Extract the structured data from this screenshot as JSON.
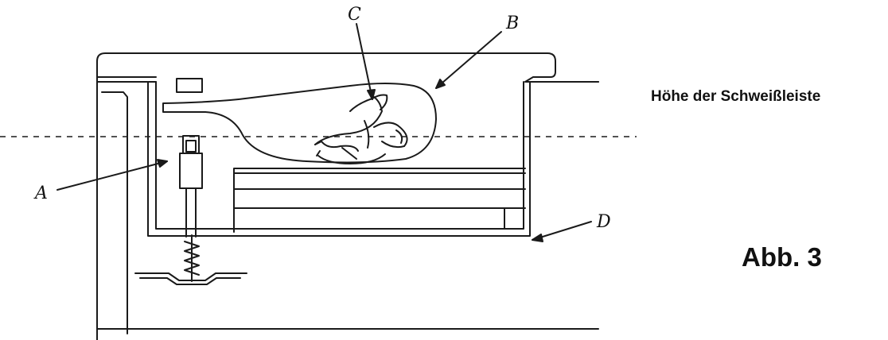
{
  "labels": {
    "seal_bar_height": "Höhe der Schweißleiste",
    "figure_number": "Abb. 3"
  },
  "callouts": {
    "a": "A",
    "b": "B",
    "c": "C",
    "d": "D"
  },
  "colors": {
    "line": "#1a1a1a",
    "background": "#ffffff"
  }
}
